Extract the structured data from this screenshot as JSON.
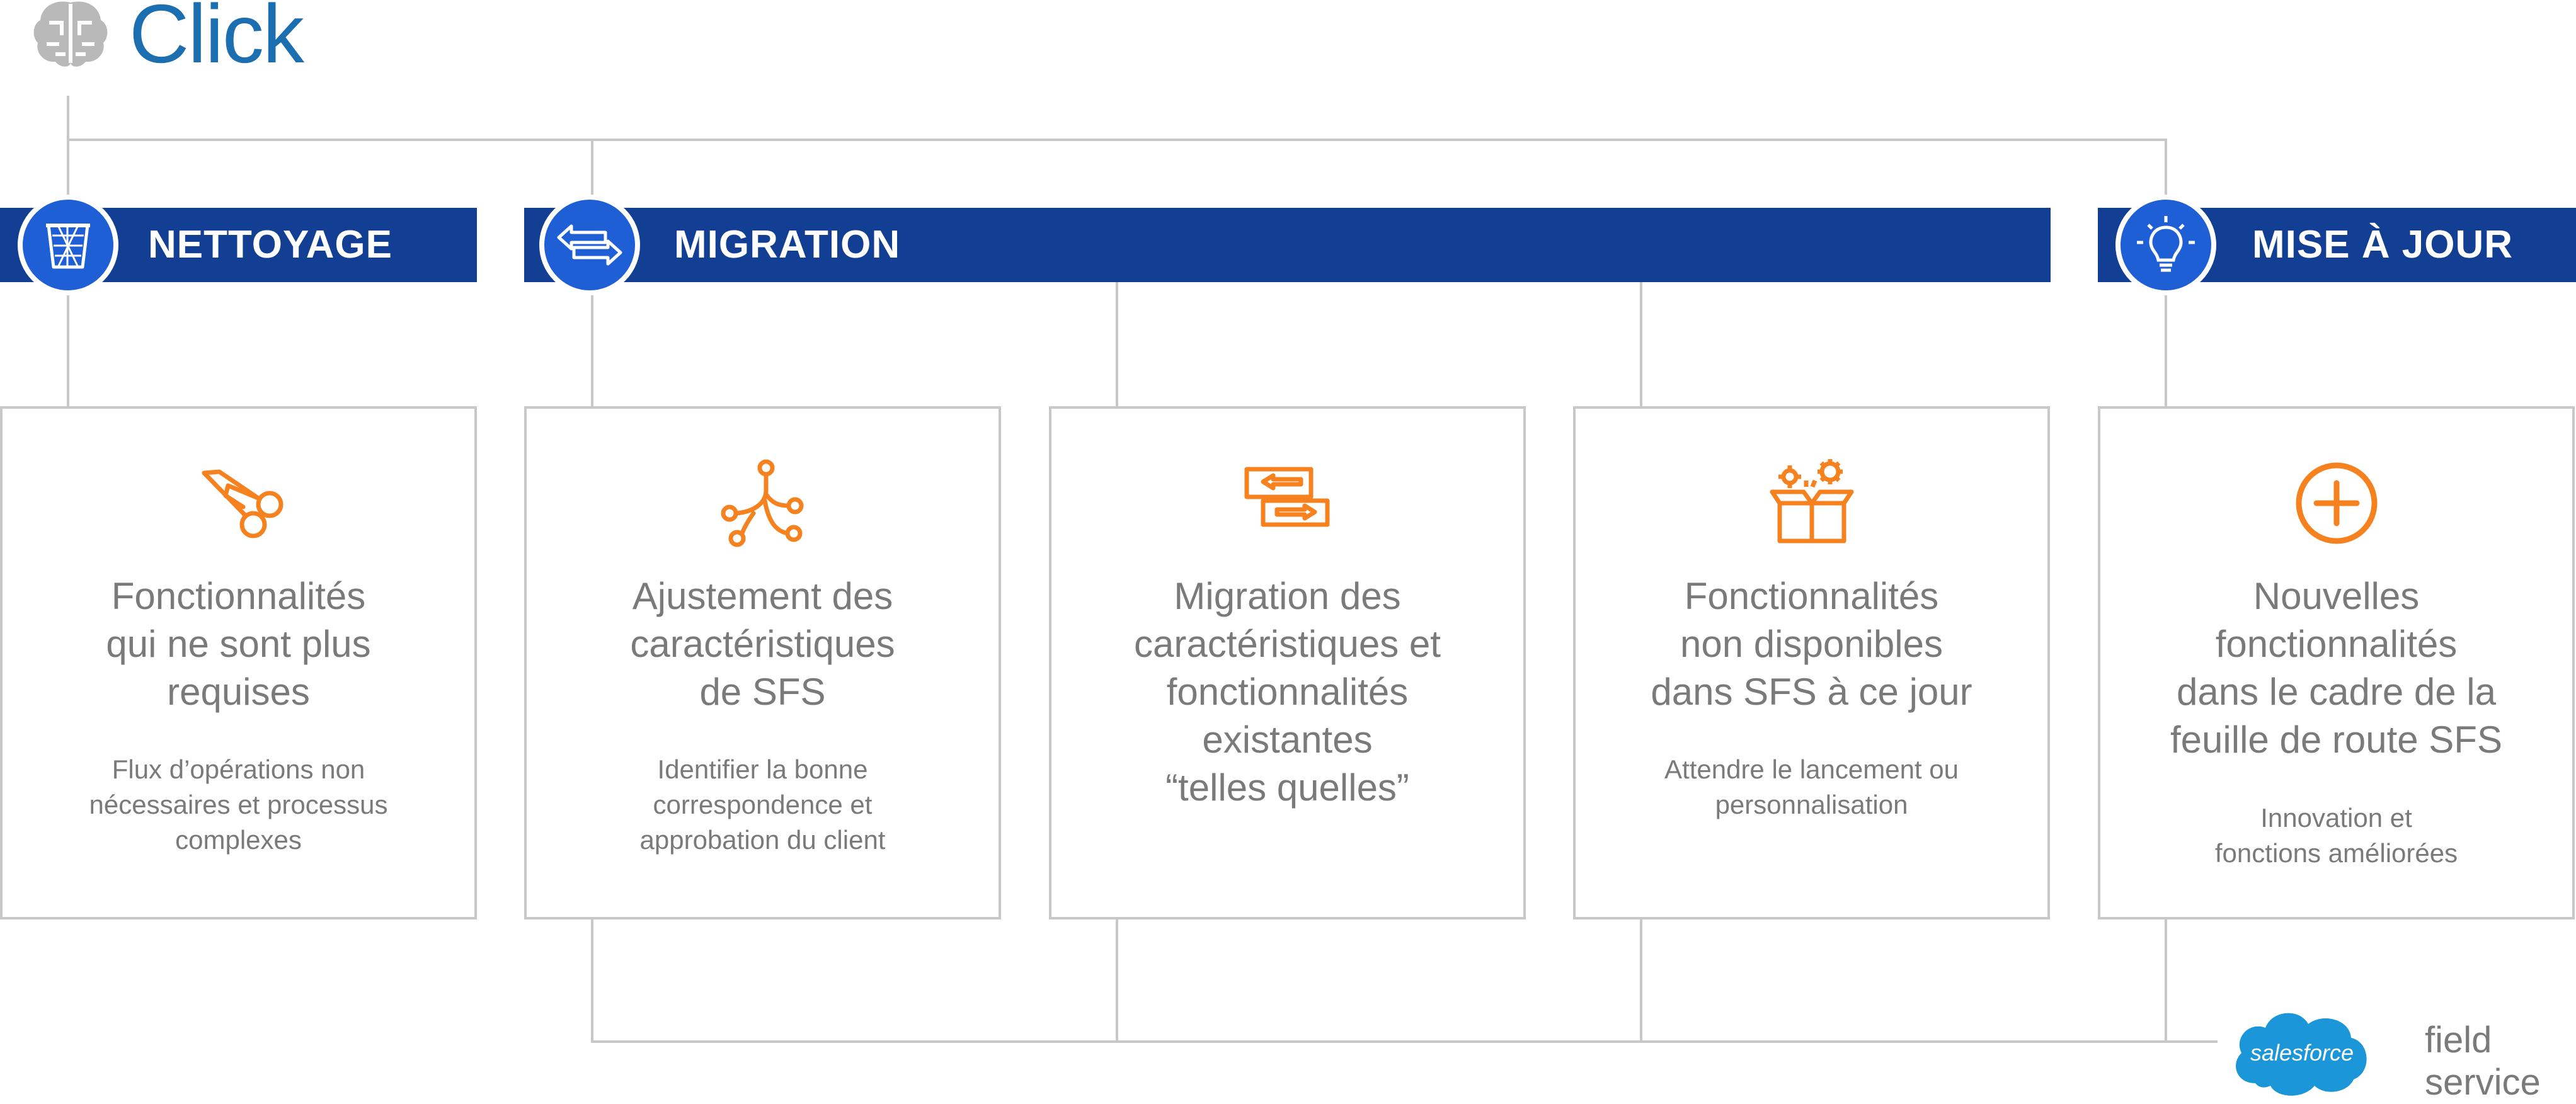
{
  "header": {
    "brand": "Click",
    "brain_icon": "brain-icon"
  },
  "phases": [
    {
      "label": "NETTOYAGE",
      "icon": "trash-bin-icon"
    },
    {
      "label": "MIGRATION",
      "icon": "swap-arrows-icon"
    },
    {
      "label": "MISE À JOUR",
      "icon": "lightbulb-icon"
    }
  ],
  "cards": [
    {
      "title": "Fonctionnalités\nqui ne sont plus\nrequises",
      "desc": "Flux d’opérations non\nnécessaires et processus\ncomplexes",
      "icon": "scissors-icon"
    },
    {
      "title": "Ajustement des\ncaractéristiques\nde SFS",
      "desc": "Identifier la bonne\ncorrespondence et\napprobation du client",
      "icon": "branch-nodes-icon"
    },
    {
      "title": "Migration des\ncaractéristiques et\nfonctionnalités\nexistantes\n“telles quelles”",
      "desc": "",
      "icon": "transfer-arrows-icon"
    },
    {
      "title": "Fonctionnalités\nnon disponibles\ndans SFS à ce jour",
      "desc": "Attendre le lancement ou\npersonnalisation",
      "icon": "box-gears-icon"
    },
    {
      "title": "Nouvelles\nfonctionnalités\ndans le cadre de la\nfeuille de route SFS",
      "desc": "Innovation et\nfonctions améliorées",
      "icon": "plus-circle-icon"
    }
  ],
  "footer": {
    "cloud_text": "salesforce",
    "product_text": "field service"
  },
  "colors": {
    "band": "#123f93",
    "circle": "#1f5fd6",
    "accent": "#f5821f",
    "text": "#7a7a7a",
    "line": "#c8c8c8",
    "brand": "#1b6fb1",
    "cloud": "#1b96d8"
  }
}
